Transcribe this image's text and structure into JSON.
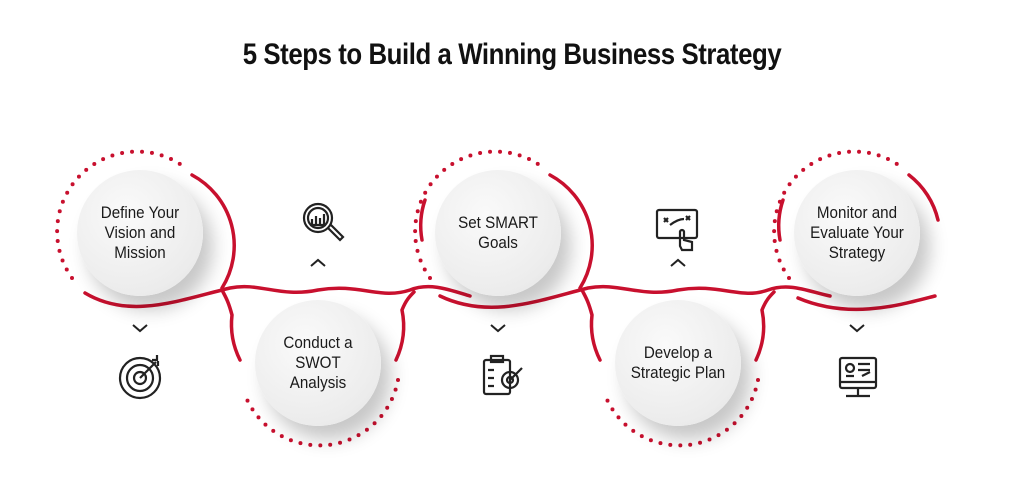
{
  "title": "5 Steps to Build a Winning Business Strategy",
  "accent_color": "#c8102e",
  "steps": [
    {
      "label": "Define Your Vision and Mission",
      "icon": "target-icon"
    },
    {
      "label": "Conduct a SWOT Analysis",
      "icon": "magnifier-chart-icon"
    },
    {
      "label": "Set SMART Goals",
      "icon": "clipboard-target-icon"
    },
    {
      "label": "Develop a Strategic Plan",
      "icon": "touchscreen-plan-icon"
    },
    {
      "label": "Monitor and Evaluate Your Strategy",
      "icon": "dashboard-monitor-icon"
    }
  ]
}
